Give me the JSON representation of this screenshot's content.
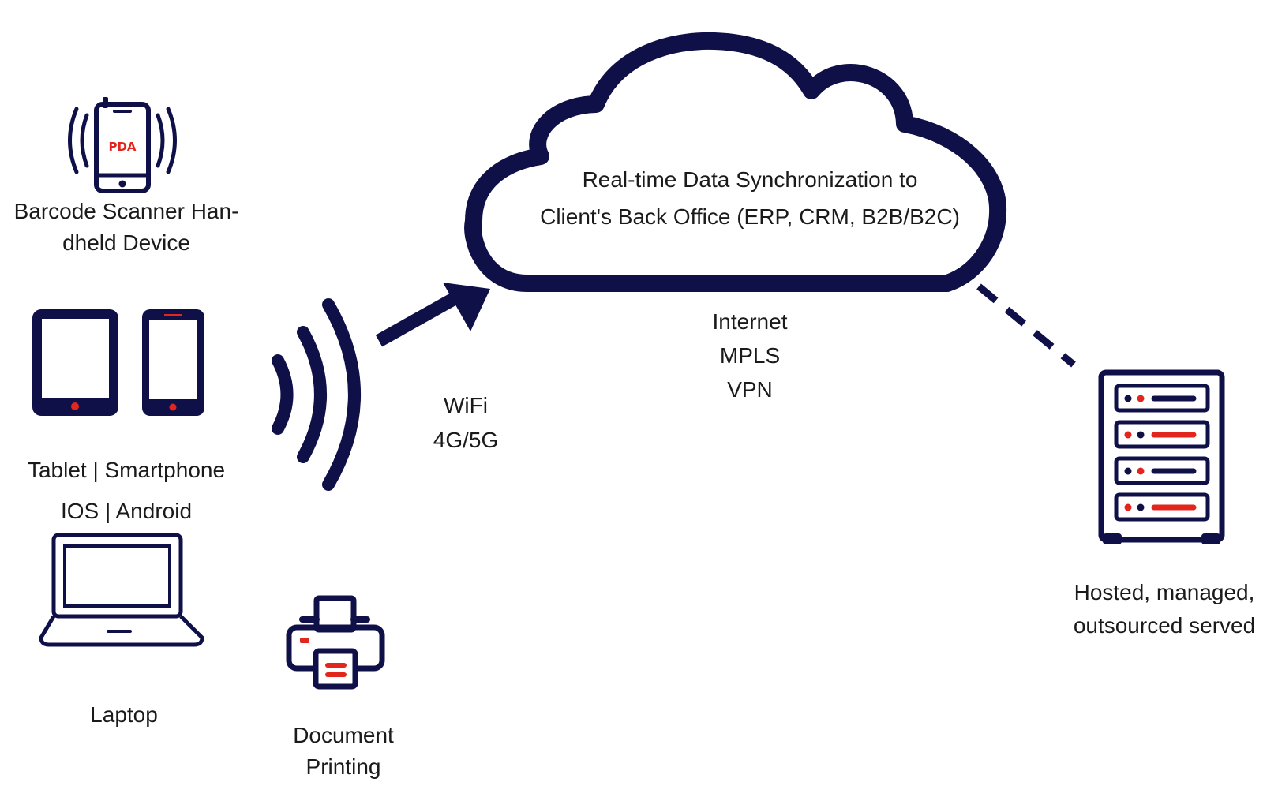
{
  "colors": {
    "navy": "#101049",
    "red": "#e2261e",
    "background": "#ffffff",
    "text": "#1a1a1a"
  },
  "devices": {
    "pda": {
      "icon": "pda-scanner-icon",
      "screen_text": "PDA",
      "label_lines": [
        "Barcode Scanner Han-",
        "dheld Device"
      ]
    },
    "tablet_smartphone": {
      "icons": [
        "tablet-icon",
        "smartphone-icon"
      ],
      "label_lines": [
        "Tablet | Smartphone",
        "IOS | Android"
      ]
    },
    "laptop": {
      "icon": "laptop-icon",
      "label": "Laptop"
    },
    "printer": {
      "icon": "printer-icon",
      "label_lines": [
        "Document",
        "Printing"
      ]
    }
  },
  "wireless": {
    "icon": "wireless-signal-icon",
    "label_lines": [
      "WiFi",
      "4G/5G"
    ]
  },
  "cloud": {
    "icon": "cloud-icon",
    "text_lines": [
      "Real-time Data Synchronization to",
      "Client's Back Office (ERP, CRM, B2B/B2C)"
    ],
    "network_lines": [
      "Internet",
      "MPLS",
      "VPN"
    ]
  },
  "server": {
    "icon": "server-rack-icon",
    "label_lines": [
      "Hosted, managed,",
      "outsourced served"
    ]
  }
}
